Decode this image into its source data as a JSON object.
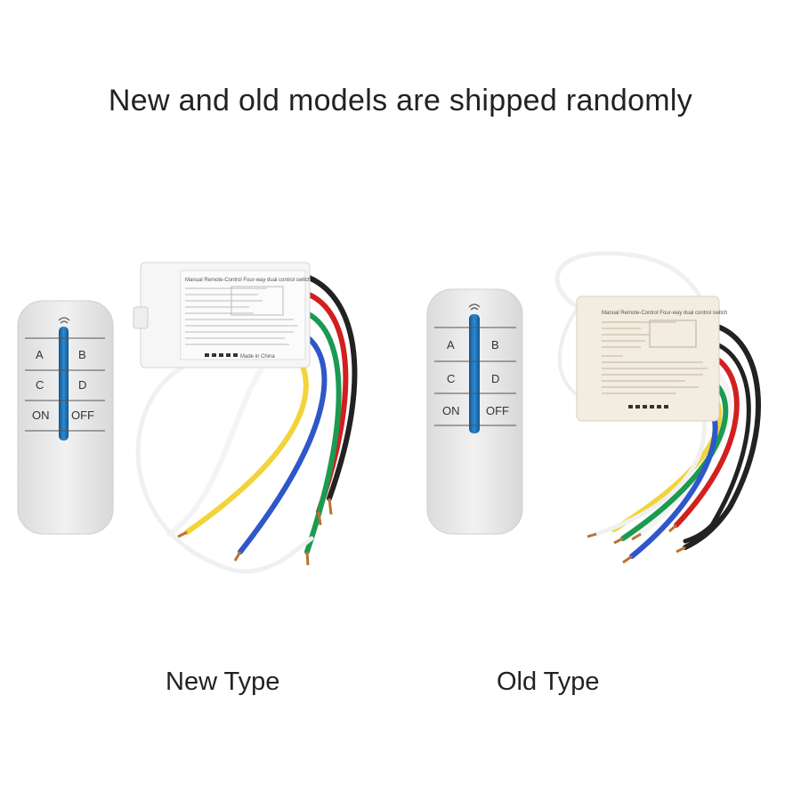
{
  "headline": "New and old models are shipped randomly",
  "captions": {
    "new": "New Type",
    "old": "Old Type"
  },
  "remote": {
    "buttons": [
      [
        "A",
        "B"
      ],
      [
        "C",
        "D"
      ],
      [
        "ON",
        "OFF"
      ]
    ]
  },
  "receiver_new": {
    "title": "Manual Remote-Control Four-way dual control switch",
    "footer": "Made in China"
  },
  "receiver_old": {
    "title": "Manual Remote-Control Four-way dual control switch"
  },
  "colors": {
    "remote_body": "#ebebeb",
    "remote_stripe": "#1f6fb0",
    "wire_black": "#222222",
    "wire_red": "#d21f1f",
    "wire_green": "#1b9a52",
    "wire_blue": "#2f57c9",
    "wire_white": "#f4f4f4",
    "wire_yellow": "#f2d43a"
  }
}
